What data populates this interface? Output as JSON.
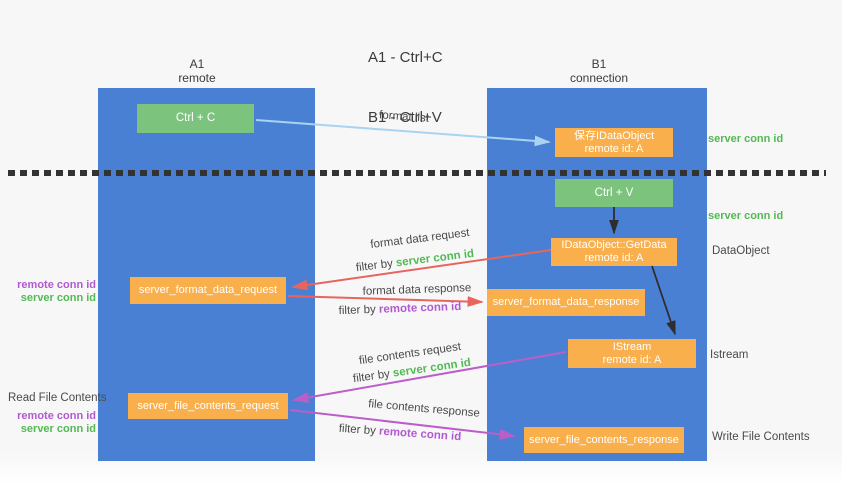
{
  "title": {
    "line1": "A1 - Ctrl+C",
    "line2": "B1 - Ctrl+V"
  },
  "columns": {
    "left": {
      "name": "A1",
      "subtitle": "remote"
    },
    "right": {
      "name": "B1",
      "subtitle": "connection"
    }
  },
  "nodes": {
    "ctrl_c": {
      "label": "Ctrl + C"
    },
    "ctrl_v": {
      "label": "Ctrl + V"
    },
    "save_dataobject": {
      "line1": "保存IDataObject",
      "line2": "remote id: A"
    },
    "getdata": {
      "line1": "IDataObject::GetData",
      "line2": "remote id: A"
    },
    "istream": {
      "line1": "IStream",
      "line2": "remote id: A"
    },
    "format_request": {
      "label": "server_format_data_request"
    },
    "format_response": {
      "label": "server_format_data_response"
    },
    "file_request": {
      "label": "server_file_contents_request"
    },
    "file_response": {
      "label": "server_file_contents_response"
    }
  },
  "side_labels": {
    "server_conn_id_top": "server conn id",
    "server_conn_id_mid": "server conn id",
    "dataobject": "DataObject",
    "istream": "Istream",
    "write_file_contents": "Write File Contents",
    "read_file_contents": "Read File Contents",
    "pair1_remote": "remote conn id",
    "pair1_server": "server conn id",
    "pair2_remote": "remote conn id",
    "pair2_server": "server conn id"
  },
  "flow_labels": {
    "format_list": "format list",
    "format_data_request": "format data request",
    "filter1_prefix": "filter by ",
    "filter1_highlight": "server conn id",
    "format_data_response": "format data response",
    "filter2_prefix": "filter by ",
    "filter2_highlight": "remote conn id",
    "file_contents_request": "file contents request",
    "filter3_prefix": "filter by ",
    "filter3_highlight": "server conn id",
    "file_contents_response": "file contents response",
    "filter4_prefix": "filter by ",
    "filter4_highlight": "remote conn id"
  },
  "colors": {
    "column_blue": "#4a80d4",
    "box_green": "#7cc47e",
    "box_orange": "#f8af4c",
    "arrow_red": "#e8655e",
    "arrow_purple": "#bb5ec8",
    "arrow_light_blue": "#a9d3f1",
    "arrow_black": "#2e2e2e",
    "conn_id_green": "#53b953",
    "conn_id_purple": "#b15ad0"
  }
}
